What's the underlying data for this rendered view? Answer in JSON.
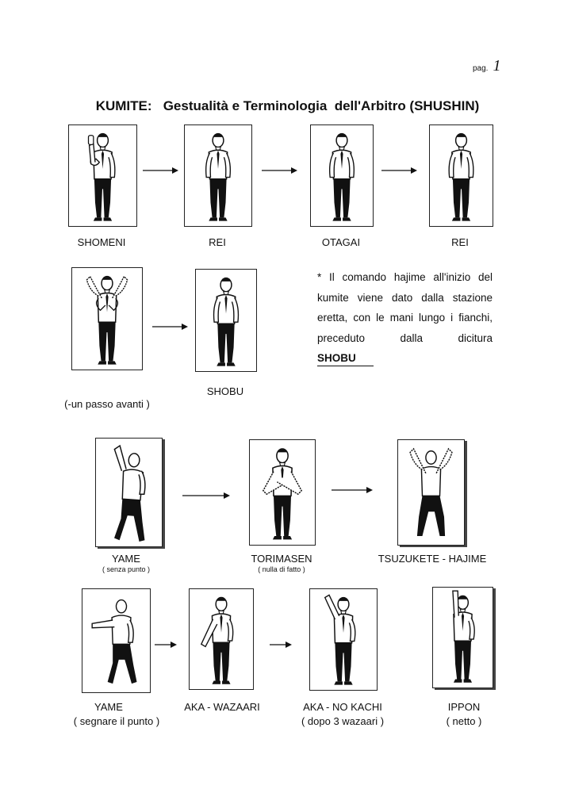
{
  "page": {
    "label": "pag.",
    "number": "1"
  },
  "title": "KUMITE:   Gestualità e Terminologia  dell'Arbitro (SHUSHIN)",
  "row1": {
    "labels": [
      "SHOMENI",
      "REI",
      "OTAGAI",
      "REI"
    ]
  },
  "row2": {
    "label_left": "(-un passo avanti )",
    "label_right": "SHOBU",
    "note": {
      "line1": "* Il comando hajime all'inizio del",
      "line2": "kumite viene dato dalla stazione",
      "line3": "eretta, con le mani lungo i fianchi,",
      "line4": "preceduto  dalla  dicitura",
      "emphasis": "SHOBU"
    }
  },
  "row3": {
    "items": [
      {
        "label": "YAME",
        "sub": "( senza punto )"
      },
      {
        "label": "TORIMASEN",
        "sub": "( nulla di fatto )"
      },
      {
        "label": "TSUZUKETE - HAJIME",
        "sub": ""
      }
    ]
  },
  "row4": {
    "items": [
      {
        "label": "YAME",
        "sub": "( segnare il punto )"
      },
      {
        "label": "AKA - WAZAARI",
        "sub": ""
      },
      {
        "label": "AKA - NO KACHI",
        "sub": "( dopo 3 wazaari )"
      },
      {
        "label": "IPPON",
        "sub": "( netto )"
      }
    ]
  }
}
